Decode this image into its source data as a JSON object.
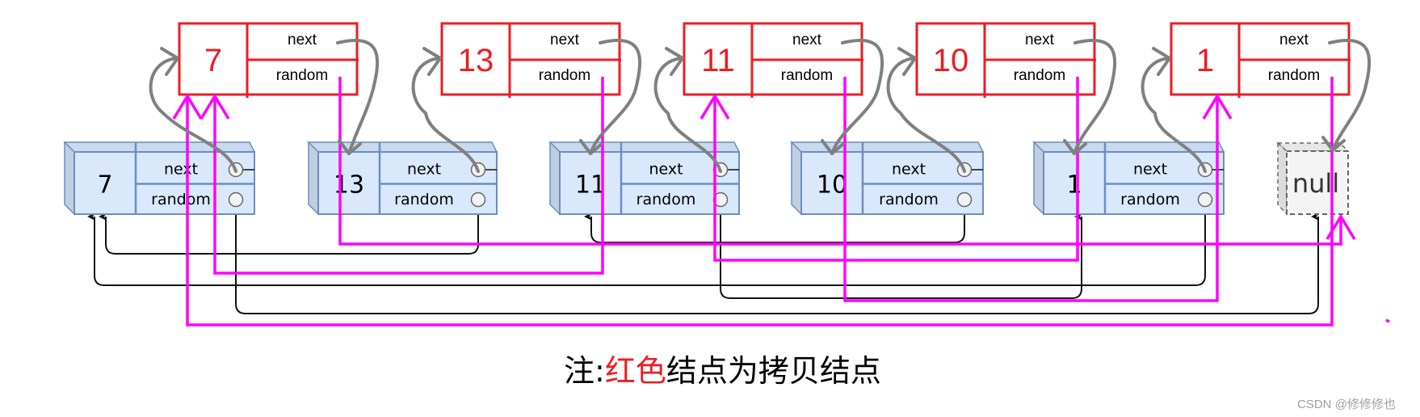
{
  "diagram": {
    "title": "Copy list with random pointer - interleaved copy nodes",
    "field_labels": {
      "next": "next",
      "random": "random"
    },
    "null_label": "null",
    "original_nodes": [
      {
        "id": "o7",
        "value": "7",
        "random": "null"
      },
      {
        "id": "o13",
        "value": "13",
        "random": "o7"
      },
      {
        "id": "o11",
        "value": "11",
        "random": "o1"
      },
      {
        "id": "o10",
        "value": "10",
        "random": "o11"
      },
      {
        "id": "o1",
        "value": "1",
        "random": "o7"
      }
    ],
    "copy_nodes": [
      {
        "id": "c7",
        "value": "7",
        "random": "null"
      },
      {
        "id": "c13",
        "value": "13",
        "random": "c7"
      },
      {
        "id": "c11",
        "value": "11",
        "random": "c1"
      },
      {
        "id": "c10",
        "value": "10",
        "random": "c11"
      },
      {
        "id": "c1",
        "value": "1",
        "random": "c7"
      }
    ],
    "next_chain": [
      "o7",
      "c7",
      "o13",
      "c13",
      "o11",
      "c11",
      "o10",
      "c10",
      "o1",
      "c1",
      "null"
    ],
    "colors": {
      "copy_node": "#ed1c24",
      "original_node_fill": "#dae8fc",
      "original_node_border": "#6c8ebf",
      "original_random_link": "#111111",
      "copy_random_link": "#ff00ff",
      "next_link": "#808080"
    }
  },
  "caption": {
    "prefix": "注:",
    "highlight": "红色",
    "suffix": "结点为拷贝结点"
  },
  "watermark": "CSDN @修修修也"
}
